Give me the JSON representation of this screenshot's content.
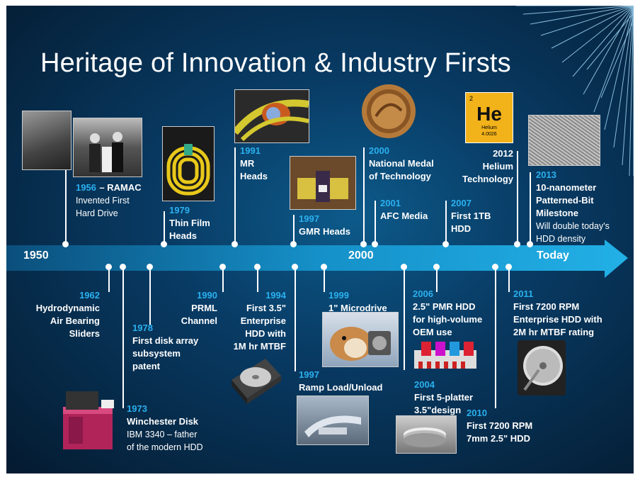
{
  "title": "Heritage of Innovation & Industry Firsts",
  "axis": {
    "start": "1950",
    "mid": "2000",
    "end": "Today"
  },
  "colors": {
    "year_accent": "#2ab0ef",
    "bar": "#1c9ed8",
    "background": "#083a63"
  },
  "helium": {
    "number": "2",
    "symbol": "He",
    "name": "Helium",
    "mass": "4.0026"
  },
  "milestones": {
    "m1956": {
      "year": "1956",
      "head": "– RAMAC",
      "l1": "Invented First",
      "l2": "Hard Drive"
    },
    "m1962": {
      "year": "1962",
      "l1": "Hydrodynamic",
      "l2": "Air Bearing",
      "l3": "Sliders"
    },
    "m1973": {
      "year": "1973",
      "head": "Winchester Disk",
      "l1": "IBM 3340 – father",
      "l2": "of the modern HDD"
    },
    "m1978": {
      "year": "1978",
      "l1": "First disk array",
      "l2": "subsystem",
      "l3": "patent"
    },
    "m1979": {
      "year": "1979",
      "l1": "Thin Film",
      "l2": "Heads"
    },
    "m1990": {
      "year": "1990",
      "l1": "PRML",
      "l2": "Channel"
    },
    "m1991": {
      "year": "1991",
      "l1": "MR",
      "l2": "Heads"
    },
    "m1994": {
      "year": "1994",
      "l1": "First 3.5\"",
      "l2": "Enterprise",
      "l3": "HDD with",
      "l4": "1M hr MTBF"
    },
    "m1997a": {
      "year": "1997",
      "l1": "GMR Heads"
    },
    "m1997b": {
      "year": "1997",
      "l1": "Ramp Load/Unload"
    },
    "m1999": {
      "year": "1999",
      "l1": "1\" Microdrive"
    },
    "m2000": {
      "year": "2000",
      "l1": "National Medal",
      "l2": "of Technology"
    },
    "m2001": {
      "year": "2001",
      "l1": "AFC Media"
    },
    "m2004": {
      "year": "2004",
      "l1": "First 5-platter",
      "l2": "3.5\"design"
    },
    "m2006": {
      "year": "2006",
      "l1": "2.5\" PMR HDD",
      "l2": "for high-volume",
      "l3": "OEM use"
    },
    "m2007": {
      "year": "2007",
      "l1": "First 1TB",
      "l2": "HDD"
    },
    "m2010": {
      "year": "2010",
      "l1": "First 7200 RPM",
      "l2": "7mm 2.5\" HDD"
    },
    "m2011": {
      "year": "2011",
      "l1": "First 7200 RPM",
      "l2": "Enterprise HDD with",
      "l3": "2M hr MTBF rating"
    },
    "m2012": {
      "year": "2012",
      "l1": "Helium",
      "l2": "Technology"
    },
    "m2013": {
      "year": "2013",
      "l1": "10-nanometer",
      "l2": "Patterned-Bit",
      "l3": "Milestone",
      "l4": "Will double today's",
      "l5": "HDD density"
    }
  }
}
